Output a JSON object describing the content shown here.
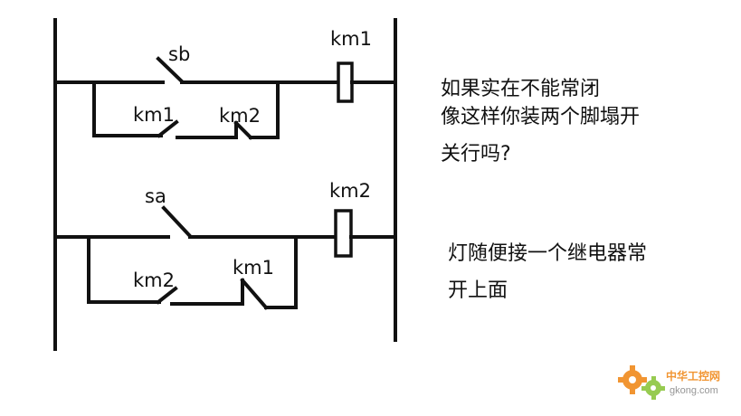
{
  "diagram": {
    "rung1": {
      "input_label": "sb",
      "coil_label": "km1",
      "hold_contact_1": "km1",
      "hold_contact_2": "km2"
    },
    "rung2": {
      "input_label": "sa",
      "coil_label": "km2",
      "hold_contact_1": "km2",
      "hold_contact_2": "km1"
    }
  },
  "notes": {
    "note1_lines": [
      "如果实在不能常闭",
      "像这样你装两个脚塌开",
      "关行吗?"
    ],
    "note2_lines": [
      "灯随便接一个继电器常",
      "开上面"
    ]
  },
  "watermark": {
    "title": "中华工控网",
    "url": "gkong.com",
    "colors": {
      "orange": "#f08a1c",
      "green": "#8cc63f"
    }
  }
}
